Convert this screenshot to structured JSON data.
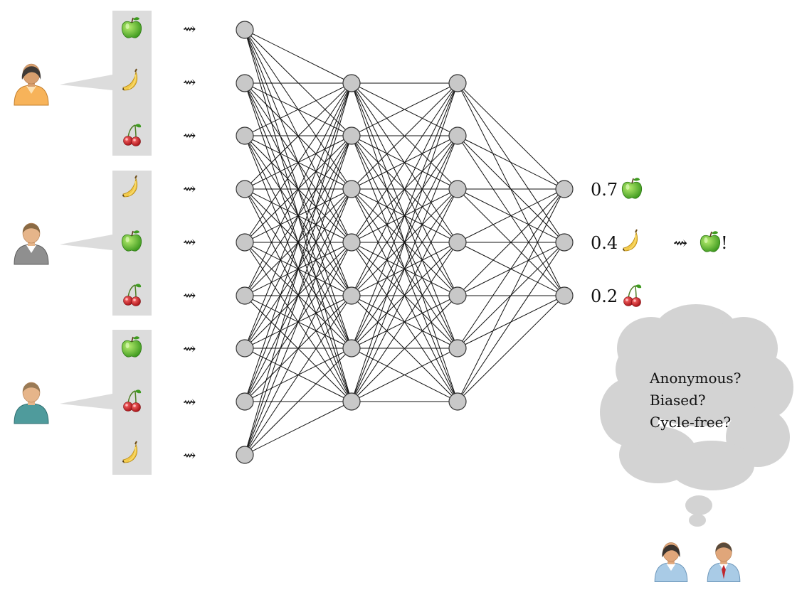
{
  "ballots": [
    {
      "voter": "voter-1",
      "ranking": [
        "apple",
        "banana",
        "cherry"
      ]
    },
    {
      "voter": "voter-2",
      "ranking": [
        "banana",
        "apple",
        "cherry"
      ]
    },
    {
      "voter": "voter-3",
      "ranking": [
        "apple",
        "cherry",
        "banana"
      ]
    }
  ],
  "input_arrow": "⇝",
  "network": {
    "layers": [
      9,
      7,
      7,
      3
    ]
  },
  "outputs": [
    {
      "score": "0.7",
      "fruit": "apple"
    },
    {
      "score": "0.4",
      "fruit": "banana"
    },
    {
      "score": "0.2",
      "fruit": "cherry"
    }
  ],
  "result": {
    "arrow": "⇝",
    "fruit": "apple",
    "suffix": "!"
  },
  "thought": {
    "lines": [
      "Anonymous?",
      "Biased?",
      "Cycle-free?"
    ]
  },
  "colors": {
    "apple": "#5cb82e",
    "banana": "#f3c83a",
    "cherry": "#cc1d23",
    "node_fill": "#c8c8c8",
    "panel": "#dcdcdc",
    "cloud": "#d3d3d3"
  }
}
